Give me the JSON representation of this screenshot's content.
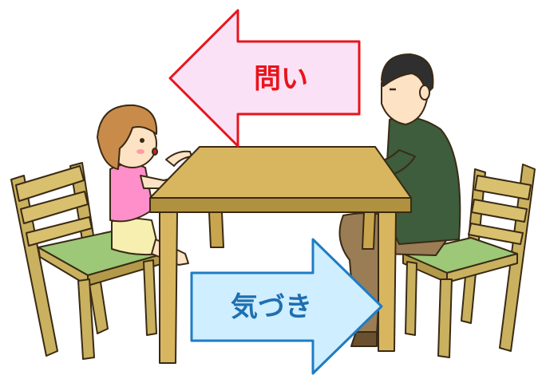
{
  "arrows": {
    "question": {
      "label": "問い",
      "fill": "#fbe1f6",
      "stroke": "#e8141c",
      "text_color": "#e8141c",
      "direction": "left"
    },
    "awareness": {
      "label": "気づき",
      "fill": "#cfeeff",
      "stroke": "#1f7cc4",
      "text_color": "#1f6fb0",
      "direction": "right"
    }
  },
  "colors": {
    "table": "#d8b660",
    "table_dark": "#b0913f",
    "chair": "#c9b15f",
    "chair_dark": "#9c8637",
    "seat": "#9cc878",
    "girl_shirt": "#ff8fcb",
    "girl_hair": "#c98b4a",
    "girl_skirt": "#f7efb0",
    "man_shirt": "#3d5d3c",
    "man_pants": "#9a7d55",
    "man_hair": "#2f2f2f",
    "skin": "#fde2c4",
    "outline": "#3a2a14"
  }
}
